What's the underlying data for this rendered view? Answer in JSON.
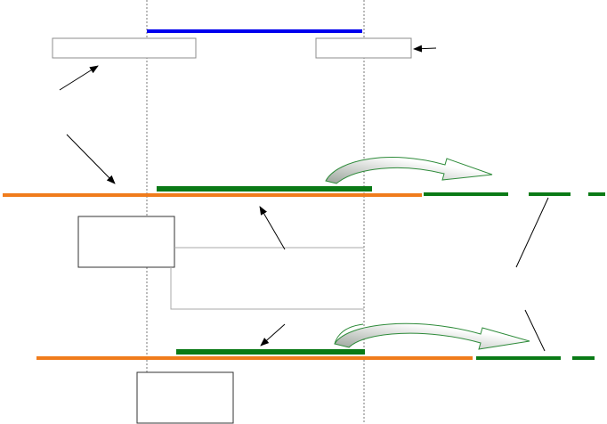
{
  "diagram": {
    "background": "#ffffff",
    "colors": {
      "blue_bar": "#0000ee",
      "orange_track": "#f07c1c",
      "green_segment": "#0a7a16",
      "green_arrow_outline": "#2e8b3a",
      "arrow_fill_start": "#ffffff",
      "arrow_fill_end": "#9aa39a",
      "box_border": "#8c8c8c",
      "box_border_dark": "#333333",
      "connector": "#aaaaaa",
      "dotted_line": "#777777",
      "pointer": "#000000"
    },
    "boxes": [
      {
        "name": "top-left-box"
      },
      {
        "name": "top-right-box"
      },
      {
        "name": "middle-left-box"
      },
      {
        "name": "bottom-box"
      }
    ],
    "text_labels": []
  }
}
